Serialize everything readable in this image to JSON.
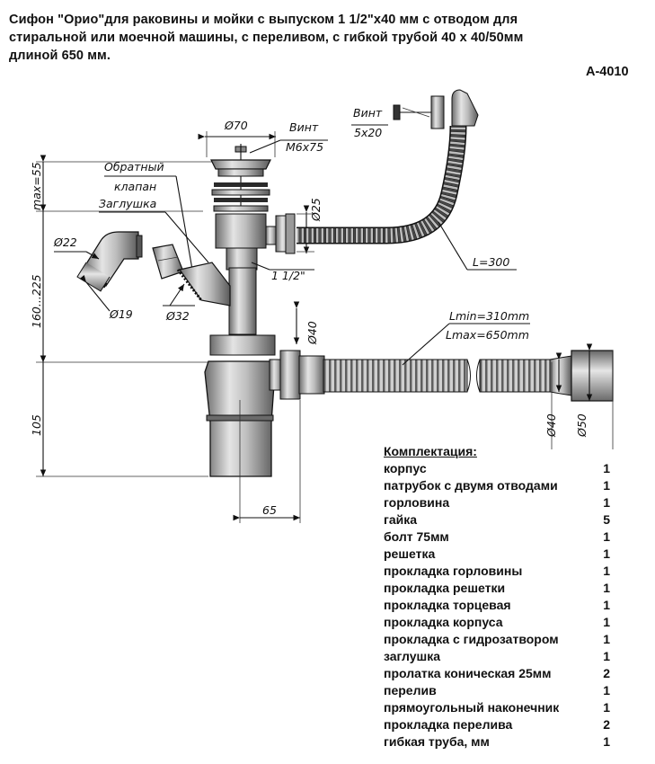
{
  "title": {
    "line1": "Сифон \"Орио\"для раковины и мойки с выпуском 1 1/2\"х40 мм с отводом для",
    "line2": "стиральной или моечной машины, с переливом, с гибкой трубой 40 х 40/50мм",
    "line3": "длиной 650 мм."
  },
  "model": "А-4010",
  "labels": {
    "d70": "Ø70",
    "vint1": "Винт",
    "m6x75": "М6х75",
    "vint2": "Винт",
    "s5x20": "5х20",
    "max55": "max=55",
    "check_valve_1": "Обратный",
    "check_valve_2": "клапан",
    "plug": "Заглушка",
    "d25": "Ø25",
    "d22": "Ø22",
    "range_160_225": "160...225",
    "thread": "1 1/2\"",
    "l300": "L=300",
    "d19": "Ø19",
    "d32": "Ø32",
    "d40a": "Ø40",
    "lmin": "Lmin=310mm",
    "lmax": "Lmax=650mm",
    "h105": "105",
    "d40b": "Ø40",
    "d50": "Ø50",
    "w65": "65"
  },
  "kit": {
    "header": "Комплектация:",
    "items": [
      {
        "name": "корпус",
        "qty": "1"
      },
      {
        "name": "патрубок с двумя отводами",
        "qty": "1"
      },
      {
        "name": "горловина",
        "qty": "1"
      },
      {
        "name": "гайка",
        "qty": "5"
      },
      {
        "name": "болт 75мм",
        "qty": "1"
      },
      {
        "name": "решетка",
        "qty": "1"
      },
      {
        "name": "прокладка горловины",
        "qty": "1"
      },
      {
        "name": "прокладка решетки",
        "qty": "1"
      },
      {
        "name": "прокладка торцевая",
        "qty": "1"
      },
      {
        "name": "прокладка корпуса",
        "qty": "1"
      },
      {
        "name": "прокладка с гидрозатвором",
        "qty": "1"
      },
      {
        "name": "заглушка",
        "qty": "1"
      },
      {
        "name": "пролатка коническая 25мм",
        "qty": "2"
      },
      {
        "name": "перелив",
        "qty": "1"
      },
      {
        "name": "прямоугольный наконечник",
        "qty": "1"
      },
      {
        "name": "прокладка перелива",
        "qty": "2"
      },
      {
        "name": "гибкая труба, мм",
        "qty": "1"
      }
    ]
  }
}
